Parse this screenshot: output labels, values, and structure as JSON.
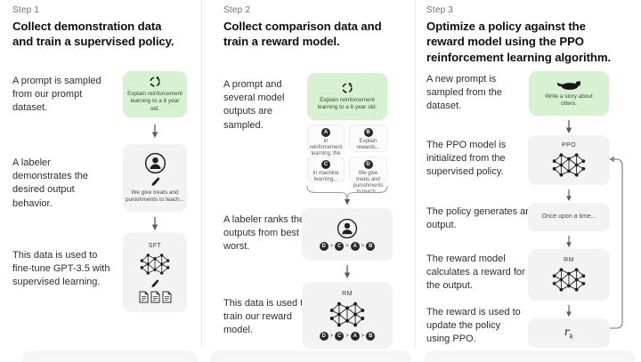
{
  "colors": {
    "prompt_box_bg": "#d8f1d2",
    "figure_box_bg": "#f3f3f3",
    "ink": "#1f1f1f",
    "step_label_color": "#6e6e76"
  },
  "icons": {
    "cycle": "dashed-circular-arrows",
    "person": "labeler-avatar",
    "pen": "writing-pen",
    "documents": "stacked-documents",
    "network": "neural-network-graph",
    "otter": "otter-silhouette",
    "down_arrow": "downward-arrow",
    "brace": "curly-brace",
    "feedback_arrow": "loop-back-arrow"
  },
  "steps": [
    {
      "label": "Step 1",
      "heading_lines": [
        "Collect demonstration data",
        "and train a supervised policy."
      ],
      "prompt_text": "A prompt is sampled from our prompt dataset.",
      "prompt_example": "Explain reinforcement learning to a 6 year old.",
      "labeler_text": "A labeler demonstrates the desired output behavior.",
      "demonstration": "We give treats and punishments to teach...",
      "finetune_text": "This data is used to fine-tune GPT-3.5 with supervised learning.",
      "model_label": "SFT"
    },
    {
      "label": "Step 2",
      "heading_lines": [
        "Collect comparison data and",
        "train a reward model."
      ],
      "prompt_text": "A prompt and several model outputs are sampled.",
      "prompt_example": "Explain reinforcement learning to a 6 year old.",
      "outputs": [
        {
          "letter": "A",
          "text": "In reinforcement learning, the agent is..."
        },
        {
          "letter": "B",
          "text": "Explain rewards..."
        },
        {
          "letter": "C",
          "text": "In machine learning..."
        },
        {
          "letter": "D",
          "text": "We give treats and punishments to teach..."
        }
      ],
      "rank_text": "A labeler ranks the outputs from best to worst.",
      "ranking": [
        "D",
        "C",
        "A",
        "B"
      ],
      "rank_separator": ">",
      "train_text": "This data is used to train our reward model.",
      "model_label": "RM"
    },
    {
      "label": "Step 3",
      "heading_lines": [
        "Optimize a policy against the",
        "reward model using the PPO",
        "reinforcement learning algorithm."
      ],
      "prompt_text": "A new prompt is sampled from the dataset.",
      "prompt_example": "Write a story about otters.",
      "init_text": "The PPO model is initialized from the supervised policy.",
      "ppo_label": "PPO",
      "generate_text": "The policy generates an output.",
      "output_example": "Once upon a time...",
      "reward_calc_text": "The reward model calculates a reward for the output.",
      "rm_label": "RM",
      "update_text": "The reward is used to update the policy using PPO.",
      "reward_symbol": {
        "base": "r",
        "sub": "k"
      }
    }
  ]
}
